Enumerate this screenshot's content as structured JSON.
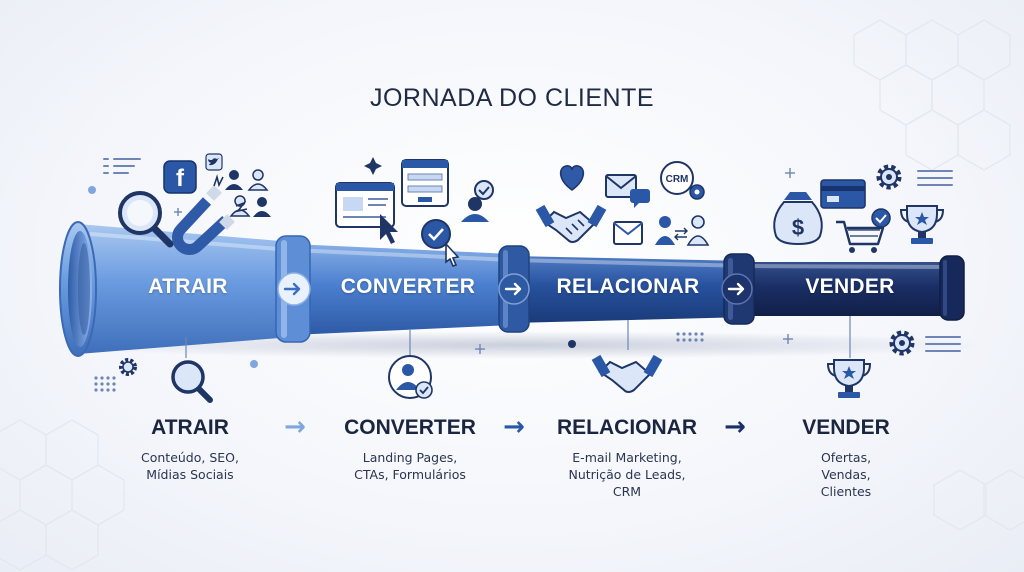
{
  "title": "JORNADA DO CLIENTE",
  "funnel_stages": [
    "ATRAIR",
    "CONVERTER",
    "RELACIONAR",
    "VENDER"
  ],
  "steps": [
    {
      "name": "ATRAIR",
      "details": [
        "Conteúdo, SEO,",
        "Mídias Sociais"
      ]
    },
    {
      "name": "CONVERTER",
      "details": [
        "Landing Pages,",
        "CTAs, Formulários"
      ]
    },
    {
      "name": "RELACIONAR",
      "details": [
        "E-mail Marketing,",
        "Nutrição de Leads,",
        "CRM"
      ]
    },
    {
      "name": "VENDER",
      "details": [
        "Ofertas,",
        "Vendas,",
        "Clientes"
      ]
    }
  ],
  "icon_text": {
    "facebook": "f",
    "crm": "CRM",
    "dollar": "$"
  },
  "arrow_glyph": "→",
  "colors": {
    "stage1": "#5b8fd6",
    "stage2": "#3f74c6",
    "stage3": "#244f9c",
    "stage4": "#1a2f66",
    "icon_dark": "#1f3566",
    "icon_light": "#dbe7f8",
    "accent": "#3a6fc4"
  }
}
